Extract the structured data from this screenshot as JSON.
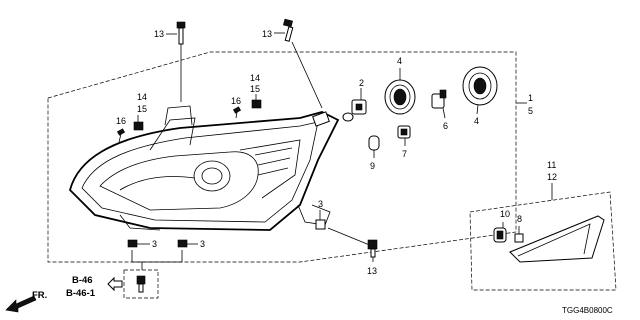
{
  "diagram": {
    "code": "TGG4B0800C",
    "direction": "FR.",
    "callouts": {
      "c13a": "13",
      "c13b": "13",
      "c13c": "13",
      "c14a": "14",
      "c15a": "15",
      "c14b": "14",
      "c15b": "15",
      "c16a": "16",
      "c16b": "16",
      "c2": "2",
      "c4a": "4",
      "c4b": "4",
      "c6": "6",
      "c7": "7",
      "c9": "9",
      "c1": "1",
      "c5": "5",
      "c11": "11",
      "c12": "12",
      "c10": "10",
      "c8": "8",
      "c3a": "3",
      "c3b": "3",
      "c3c": "3"
    },
    "refs": {
      "b46": "B-46",
      "b461": "B-46-1"
    }
  }
}
